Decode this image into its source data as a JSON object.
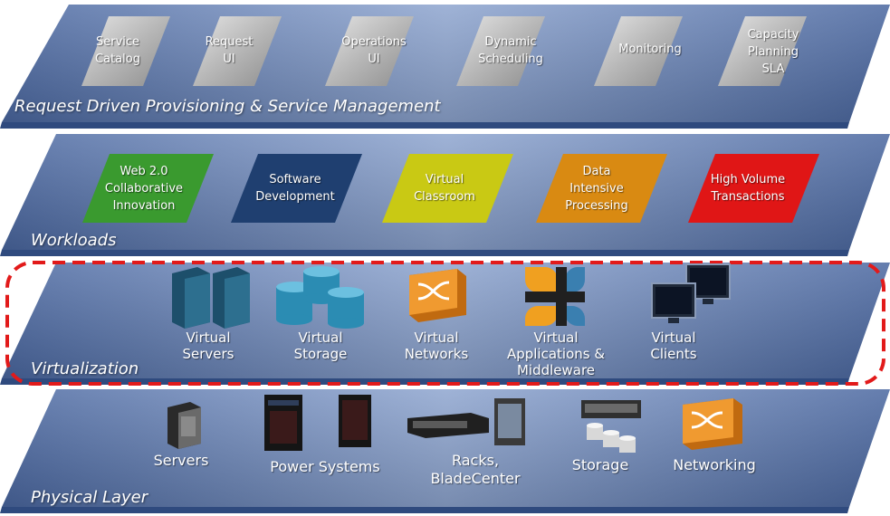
{
  "layers": {
    "service_mgmt": {
      "title": "Request Driven Provisioning & Service Management",
      "items": [
        "Service\nCatalog",
        "Request\nUI",
        "Operations\nUI",
        "Dynamic\nScheduling",
        "Monitoring",
        "Capacity\nPlanning\nSLA"
      ]
    },
    "workloads": {
      "title": "Workloads",
      "items": [
        {
          "label": "Web 2.0\nCollaborative\nInnovation",
          "color": "#3a9a2f"
        },
        {
          "label": "Software\nDevelopment",
          "color": "#1f3f70"
        },
        {
          "label": "Virtual\nClassroom",
          "color": "#c9c914"
        },
        {
          "label": "Data\nIntensive\nProcessing",
          "color": "#d98a12"
        },
        {
          "label": "High Volume\nTransactions",
          "color": "#e01616"
        }
      ]
    },
    "virtualization": {
      "title": "Virtualization",
      "items": [
        "Virtual\nServers",
        "Virtual\nStorage",
        "Virtual\nNetworks",
        "Virtual\nApplications &\nMiddleware",
        "Virtual\nClients"
      ]
    },
    "physical": {
      "title": "Physical Layer",
      "items": [
        "Servers",
        "Power Systems",
        "Racks,\nBladeCenter",
        "Storage",
        "Networking"
      ]
    }
  },
  "colors": {
    "layer_blue": "#5672a8",
    "layer_light": "#8fa6cf",
    "highlight_dash": "#e21a1a"
  }
}
